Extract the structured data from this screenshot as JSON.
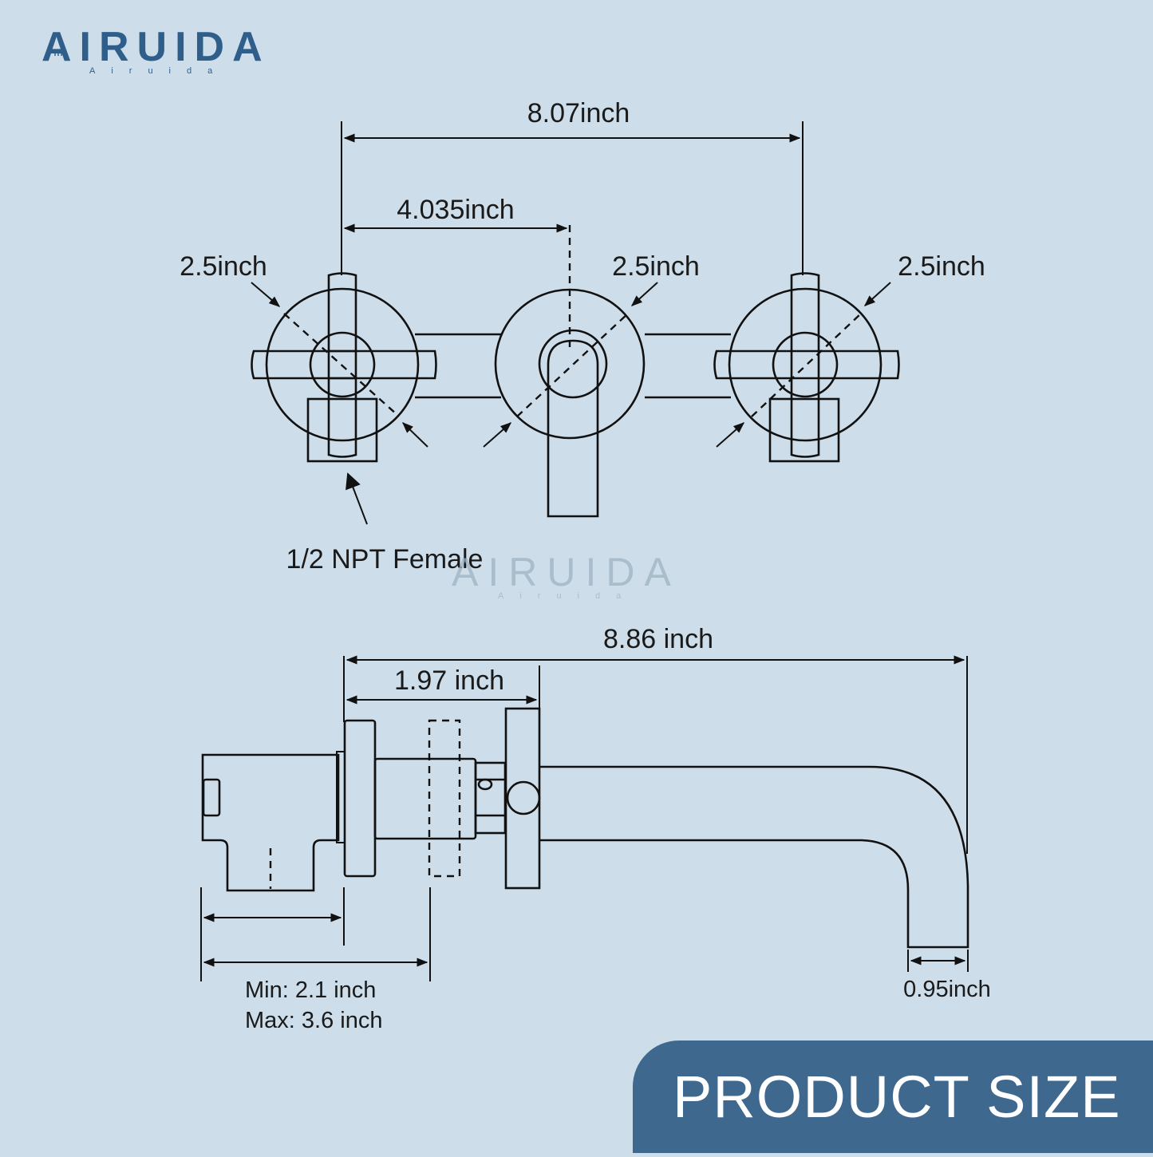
{
  "brand": {
    "name": "AIRUIDA",
    "subtitle": "Airuida",
    "color": "#2f5e8a",
    "icon": "shower-head-icon"
  },
  "watermark": {
    "name": "AIRUIDA",
    "subtitle": "Airuida"
  },
  "front_view": {
    "overall_width": "8.07inch",
    "center_spacing": "4.035inch",
    "left_handle_diameter": "2.5inch",
    "center_escutcheon_diameter": "2.5inch",
    "right_handle_diameter": "2.5inch",
    "inlet_label": "1/2 NPT Female"
  },
  "side_view": {
    "spout_reach": "8.86 inch",
    "trim_depth": "1.97 inch",
    "wall_thickness_min": "Min: 2.1 inch",
    "wall_thickness_max": "Max: 3.6 inch",
    "spout_diameter": "0.95inch"
  },
  "banner": {
    "label": "PRODUCT SIZE",
    "background": "#3f688e",
    "text_color": "#ffffff"
  },
  "colors": {
    "background": "#cddeea",
    "line": "#111111"
  }
}
